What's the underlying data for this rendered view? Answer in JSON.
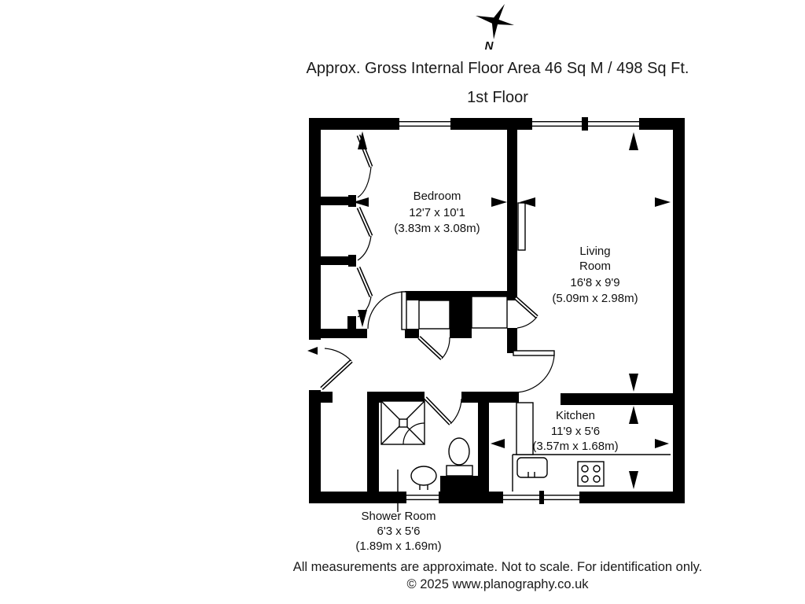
{
  "page": {
    "title": "Approx. Gross Internal Floor Area 46 Sq M / 498 Sq Ft.",
    "floor_label": "1st Floor",
    "footer_line1": "All measurements are approximate. Not to scale. For identification only.",
    "footer_line2": "© 2025 www.planography.co.uk"
  },
  "compass": {
    "north_label": "N"
  },
  "rooms": {
    "bedroom": {
      "name": "Bedroom",
      "imperial": "12'7 x 10'1",
      "metric": "(3.83m x 3.08m)"
    },
    "living_room": {
      "name_line1": "Living",
      "name_line2": "Room",
      "imperial": "16'8 x 9'9",
      "metric": "(5.09m x 2.98m)"
    },
    "kitchen": {
      "name": "Kitchen",
      "imperial": "11'9 x 5'6",
      "metric": "(3.57m x 1.68m)"
    },
    "shower_room": {
      "name": "Shower Room",
      "imperial": "6'3 x 5'6",
      "metric": "(1.89m x 1.69m)"
    }
  },
  "colors": {
    "walls": "#000000",
    "background": "#ffffff",
    "text": "#1a1a1a"
  },
  "fixtures": [
    "wardrobe-bifold-doors",
    "shower-tray",
    "toilet",
    "basin",
    "kitchen-sink",
    "hob",
    "counter",
    "tall-unit",
    "radiator"
  ]
}
